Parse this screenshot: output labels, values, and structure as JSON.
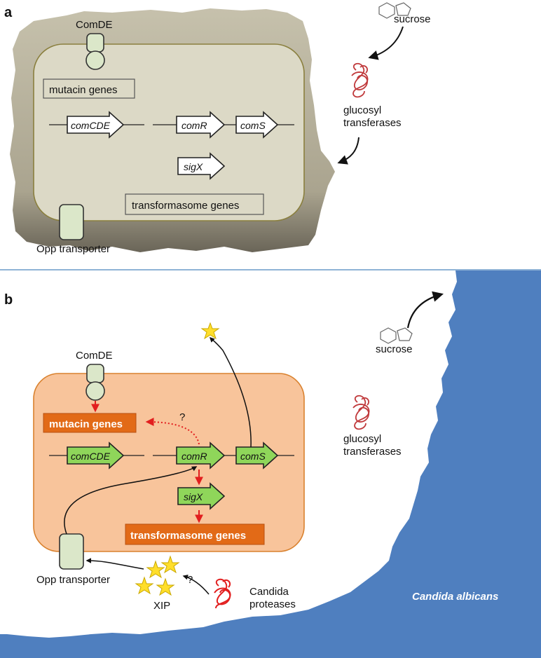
{
  "panel_a": {
    "label": "a",
    "comde": "ComDE",
    "mutacin_genes": "mutacin genes",
    "comcde": "comCDE",
    "comr": "comR",
    "coms": "comS",
    "sigx": "sigX",
    "transformasome_genes": "transformasome genes",
    "opp_transporter": "Opp transporter",
    "sucrose": "sucrose",
    "glucosyl_line1": "glucosyl",
    "glucosyl_line2": "transferases"
  },
  "panel_b": {
    "label": "b",
    "comde": "ComDE",
    "mutacin_genes": "mutacin genes",
    "question_mark_mutacin": "?",
    "comcde": "comCDE",
    "comr": "comR",
    "coms": "comS",
    "sigx": "sigX",
    "transformasome_genes": "transformasome genes",
    "opp_transporter": "Opp transporter",
    "xip": "XIP",
    "question_mark_xip": "?",
    "candida_line1": "Candida",
    "candida_line2": "proteases",
    "sucrose": "sucrose",
    "glucosyl_line1": "glucosyl",
    "glucosyl_line2": "transferases",
    "candida_albicans": "Candida albicans"
  },
  "colors": {
    "biofilm": "#b7b19d",
    "cell_a": "#dcd9c6",
    "cell_a_border": "#8a7f3e",
    "cell_b": "#f8c49b",
    "cell_b_border": "#d9812e",
    "gene_box_b": "#e26a17",
    "green_arrow": "#8fd65a",
    "pale_green": "#dbe7c9",
    "red": "#e21e1e",
    "candida_blue": "#4f7fbf",
    "divider": "#8fb3d6",
    "star": "#ffde2b"
  }
}
